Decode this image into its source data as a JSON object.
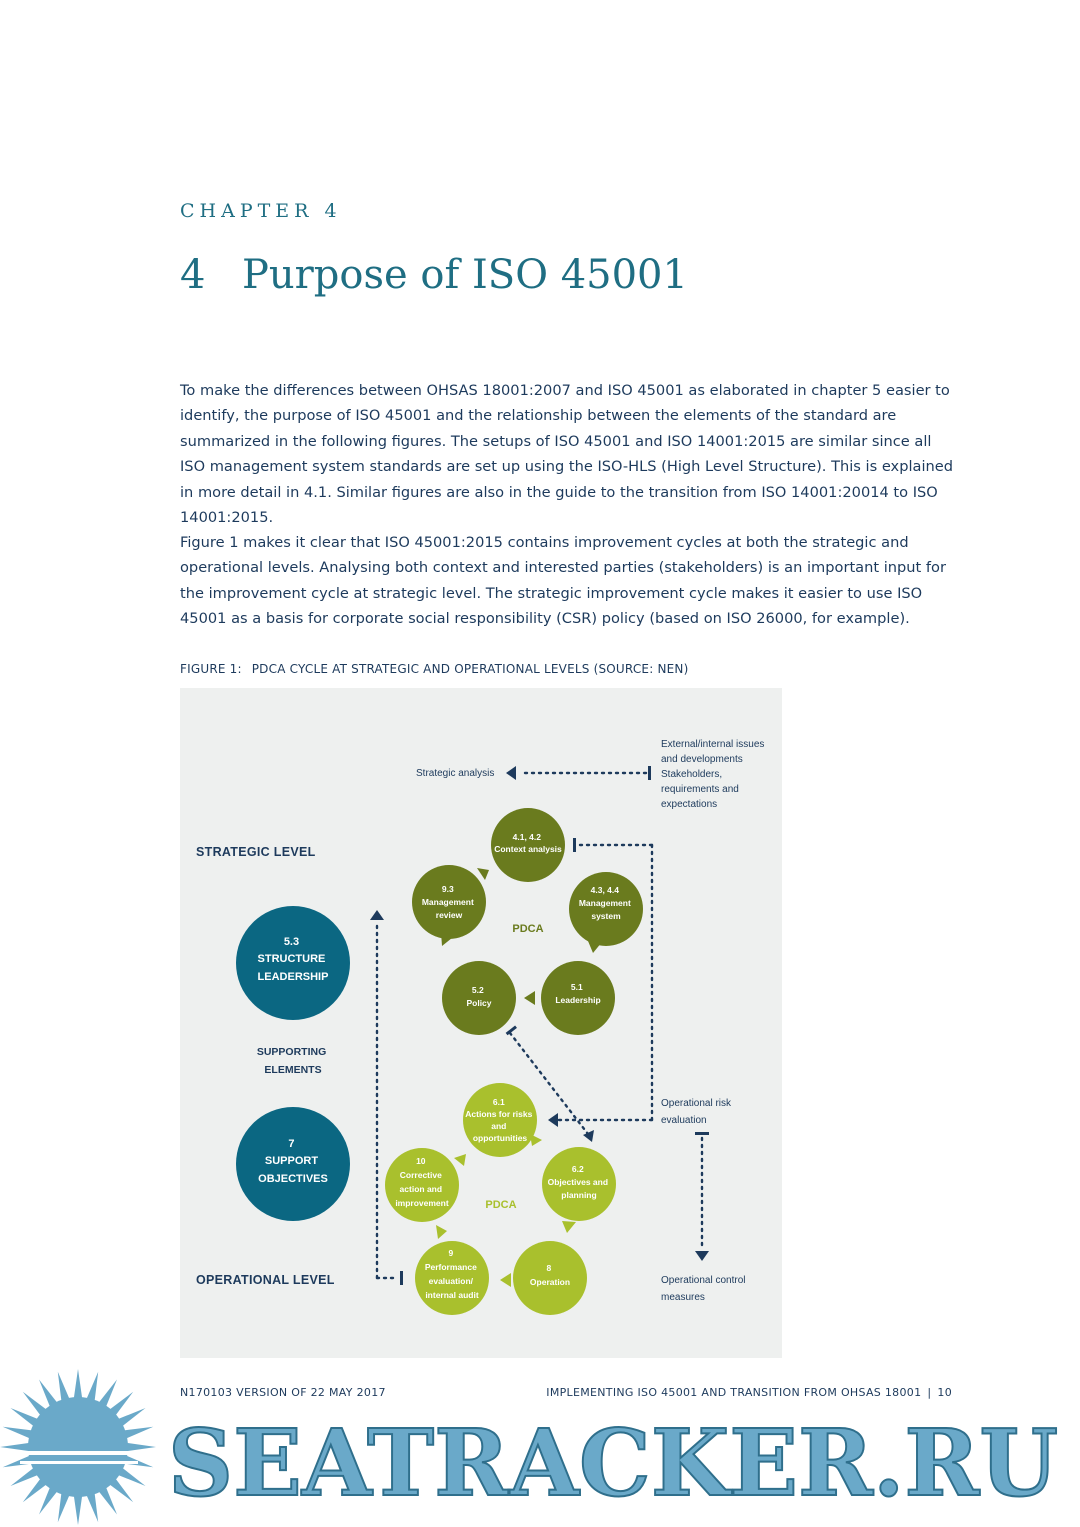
{
  "chapter": {
    "label": "CHAPTER 4",
    "number": "4",
    "title": "Purpose of ISO 45001"
  },
  "paragraphs": [
    "To make the differences between OHSAS 18001:2007 and ISO 45001 as elaborated in chapter 5 easier to identify, the purpose of ISO 45001 and the relationship between the elements of the standard are summarized in the following figures. The setups of ISO 45001 and ISO 14001:2015 are similar since all ISO management system standards are set up using the ISO-HLS (High Level Structure). This is explained in more detail in 4.1. Similar figures are also in the guide to the transition from ISO 14001:20014 to ISO 14001:2015.",
    "Figure 1 makes it clear that ISO 45001:2015 contains improvement cycles at both the strategic and operational levels. Analysing both context and interested parties (stakeholders) is an important input for the improvement cycle at strategic level. The strategic improvement cycle makes it easier to use ISO 45001 as a basis for corporate social responsibility (CSR) policy (based on ISO 26000, for example)."
  ],
  "figure": {
    "caption_label": "FIGURE 1:",
    "caption_text": "PDCA CYCLE AT STRATEGIC AND OPERATIONAL LEVELS (SOURCE: NEN)",
    "strategic_level": "STRATEGIC LEVEL",
    "operational_level": "OPERATIONAL LEVEL",
    "supporting_elements": [
      "SUPPORTING",
      "ELEMENTS"
    ],
    "strategic_analysis": "Strategic analysis",
    "external_note": [
      "External/internal issues",
      "and developments",
      "Stakeholders,",
      "requirements and",
      "expectations"
    ],
    "operational_risk": [
      "Operational risk",
      "evaluation"
    ],
    "operational_control": [
      "Operational control",
      "measures"
    ],
    "pdca_label": "PDCA",
    "support_circles": [
      {
        "lines": [
          "5.3",
          "STRUCTURE",
          "LEADERSHIP"
        ]
      },
      {
        "lines": [
          "7",
          "SUPPORT",
          "OBJECTIVES"
        ]
      }
    ],
    "strategic_cycle": [
      {
        "lines": [
          "4.1, 4.2",
          "Context analysis"
        ]
      },
      {
        "lines": [
          "4.3, 4.4",
          "Management",
          "system"
        ]
      },
      {
        "lines": [
          "5.1",
          "Leadership"
        ]
      },
      {
        "lines": [
          "5.2",
          "Policy"
        ]
      },
      {
        "lines": [
          "9.3",
          "Management",
          "review"
        ]
      }
    ],
    "operational_cycle": [
      {
        "lines": [
          "6.1",
          "Actions for risks",
          "and",
          "opportunities"
        ]
      },
      {
        "lines": [
          "6.2",
          "Objectives and",
          "planning"
        ]
      },
      {
        "lines": [
          "8",
          "Operation"
        ]
      },
      {
        "lines": [
          "9",
          "Performance",
          "evaluation/",
          "internal audit"
        ]
      },
      {
        "lines": [
          "10",
          "Corrective",
          "action and",
          "improvement"
        ]
      }
    ],
    "colors": {
      "background": "#eef0ef",
      "strategic": "#6a7b1e",
      "operational": "#a9c02d",
      "support": "#0b6782",
      "navy": "#1d3a5c",
      "dotted": "#2a6f86"
    }
  },
  "footer": {
    "left": "N170103 VERSION OF 22 MAY 2017",
    "right": "IMPLEMENTING ISO 45001 AND TRANSITION FROM OHSAS 18001",
    "separator": "|",
    "page": "10"
  },
  "watermark": {
    "text": "SEATRACKER.RU",
    "color": "#6aa9c9"
  }
}
